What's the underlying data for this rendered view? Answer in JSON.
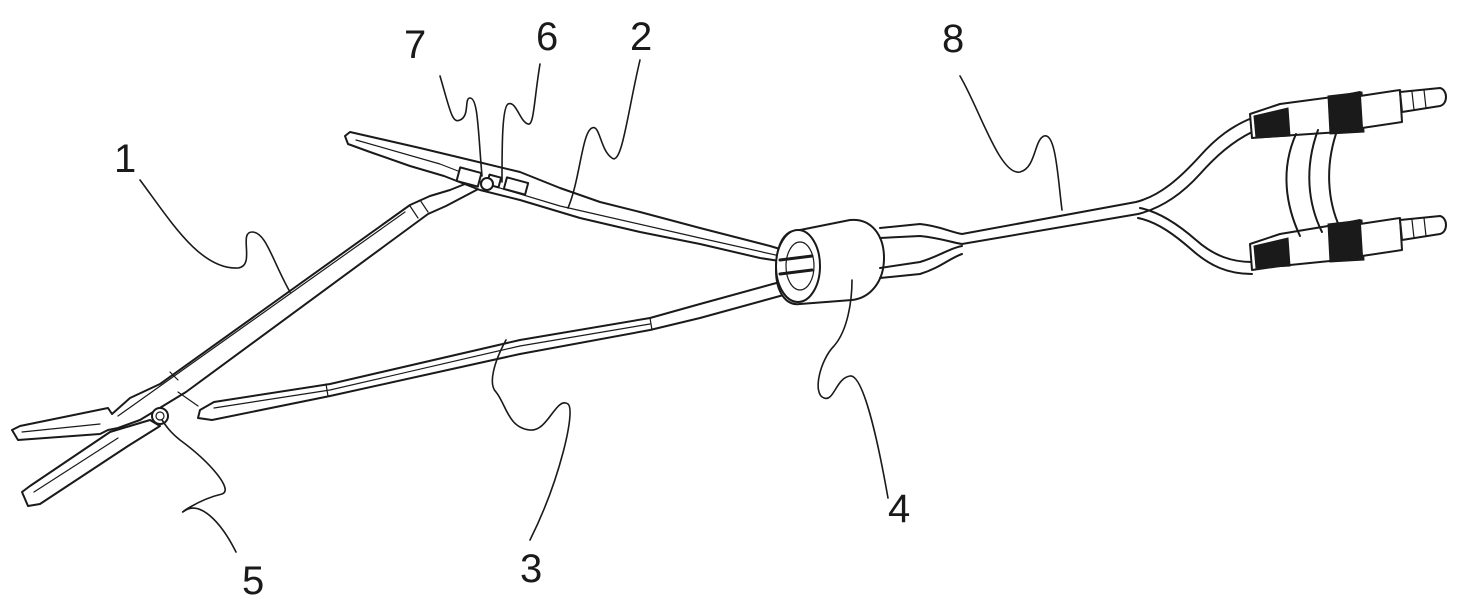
{
  "figure": {
    "reference_numerals": {
      "jaw_arm_upper": "1",
      "jaw_arm_lower_right": "2",
      "lower_arm": "3",
      "sleeve": "4",
      "pivot": "5",
      "contact_plate": "6",
      "rivet": "7",
      "cable": "8"
    }
  }
}
